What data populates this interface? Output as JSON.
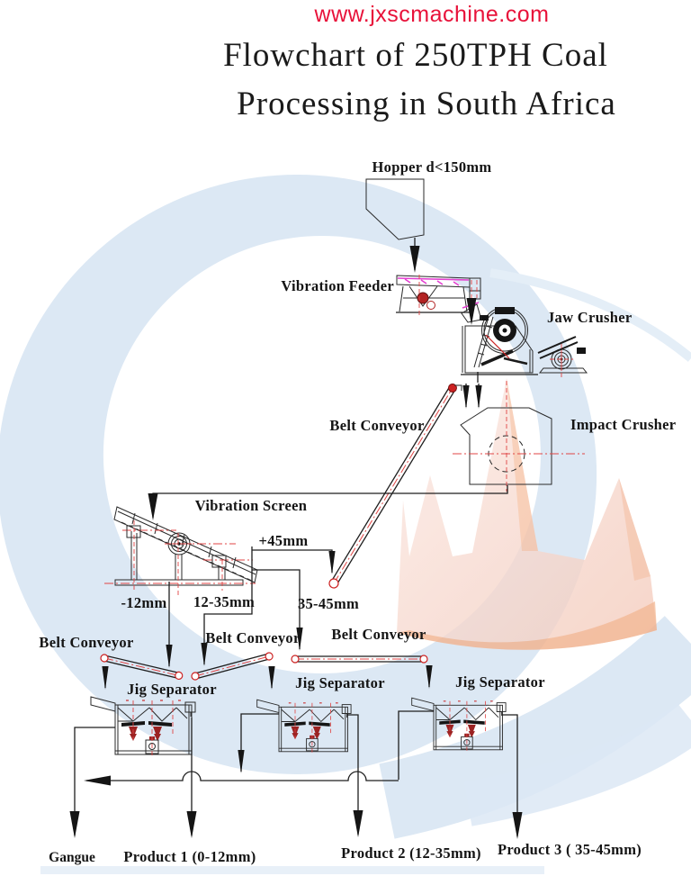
{
  "page": {
    "website": "www.jxscmachine.com",
    "title_line1": "Flowchart of 250TPH Coal",
    "title_line2": "Processing in South Africa"
  },
  "nodes": {
    "hopper_label": "Hopper d<150mm",
    "vibration_feeder_label": "Vibration Feeder",
    "jaw_crusher_label": "Jaw Crusher",
    "impact_crusher_label": "Impact Crusher",
    "belt_conveyor_main_label": "Belt Conveyor",
    "vibration_screen_label": "Vibration Screen",
    "belt_conveyor_1_label": "Belt Conveyor",
    "belt_conveyor_2_label": "Belt Conveyor",
    "belt_conveyor_3_label": "Belt Conveyor",
    "jig_separator_1_label": "Jig Separator",
    "jig_separator_2_label": "Jig Separator",
    "jig_separator_3_label": "Jig Separator"
  },
  "streams": {
    "plus_45": "+45mm",
    "minus_12": "-12mm",
    "size_12_35": "12-35mm",
    "size_35_45": "35-45mm"
  },
  "outputs": {
    "gangue": "Gangue",
    "product_1": "Product 1 (0-12mm)",
    "product_2": "Product 2 (12-35mm)",
    "product_3": "Product 3 ( 35-45mm)"
  },
  "colors": {
    "website_red": "#e8123a",
    "line_black": "#1e1e1e",
    "centerline_red": "#e04545",
    "machine_dark_red": "#9b2222",
    "feeder_magenta": "#e33fd0",
    "swoosh_blue": "#dce8f4",
    "crown_pink": "#f8ded7",
    "crown_orange": "#f1a87c"
  }
}
